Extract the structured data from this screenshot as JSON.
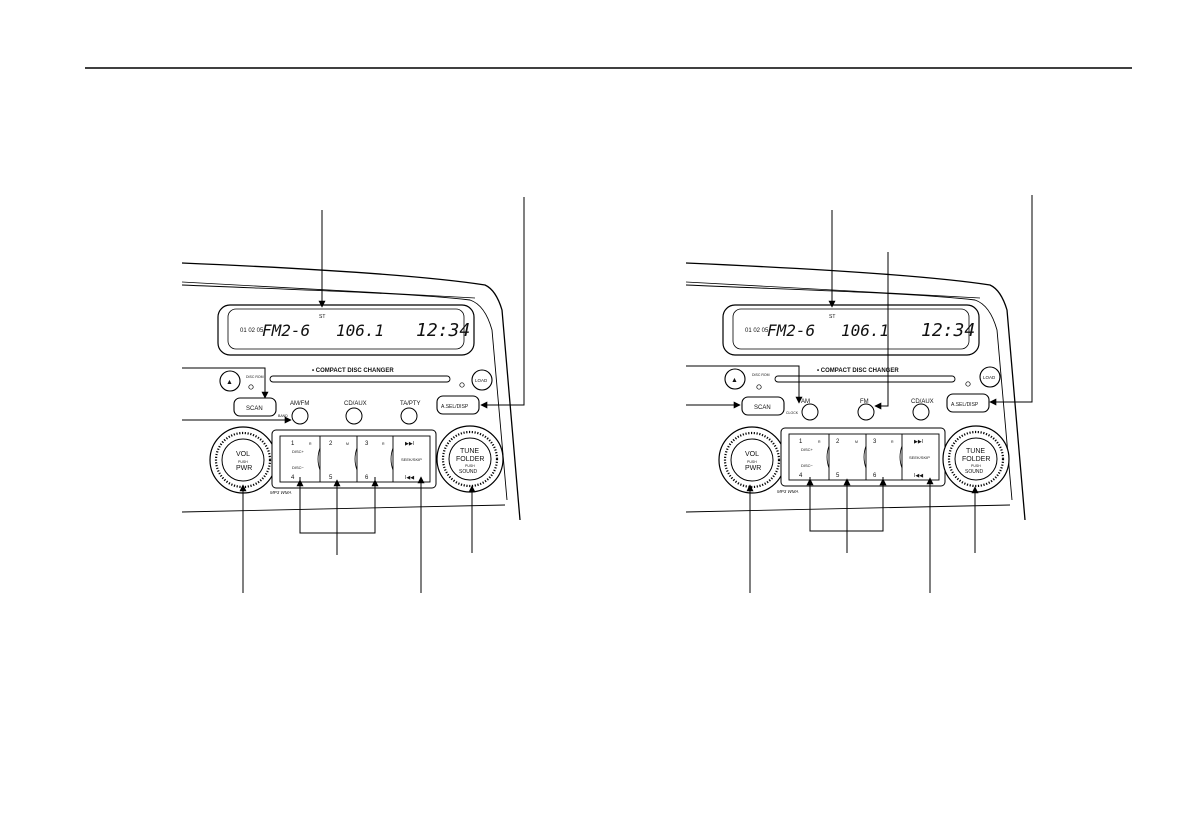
{
  "diagrams": [
    {
      "display": {
        "station": "FM2-6",
        "freq": "106.1",
        "clock": "12:34",
        "stereo": "ST",
        "band_icons": "01 02 05"
      },
      "branding": "• COMPACT DISC CHANGER",
      "disc_buttons": {
        "eject": "▲",
        "load": "LOAD",
        "indicator": "DISC ROM"
      },
      "buttons": {
        "scan": "SCAN",
        "b1": "AM/FM",
        "b1_sub": "BAND",
        "b2": "CD/AUX",
        "b3": "TA/PTY",
        "asel": "A.SEL/DISP"
      },
      "presets": {
        "p1": "1",
        "p2": "2",
        "p3": "3",
        "p4": "4",
        "p5": "5",
        "p6": "6",
        "rpt": "R",
        "mix": "M",
        "rnd": "R",
        "disc_up": "DISC+",
        "disc_down": "DISC−",
        "seek": "SEEK/SKIP",
        "skip_fwd": "▶▶I",
        "skip_back": "I◀◀"
      },
      "knobs": {
        "vol": "VOL",
        "vol_push": "PUSH",
        "vol_pwr": "PWR",
        "tune": "TUNE",
        "tune_folder": "FOLDER",
        "tune_push": "PUSH",
        "tune_sound": "SOUND"
      },
      "format_label": "MP3 WMA"
    },
    {
      "display": {
        "station": "FM2-6",
        "freq": "106.1",
        "clock": "12:34",
        "stereo": "ST",
        "band_icons": "01 02 05"
      },
      "branding": "• COMPACT DISC CHANGER",
      "disc_buttons": {
        "eject": "▲",
        "load": "LOAD",
        "indicator": "DISC ROM"
      },
      "buttons": {
        "scan": "SCAN",
        "b1": "AM",
        "b1_sub": "CLOCK",
        "b2": "FM",
        "b3": "CD/AUX",
        "asel": "A.SEL/DISP"
      },
      "presets": {
        "p1": "1",
        "p2": "2",
        "p3": "3",
        "p4": "4",
        "p5": "5",
        "p6": "6",
        "rpt": "R",
        "mix": "M",
        "rnd": "R",
        "disc_up": "DISC+",
        "disc_down": "DISC−",
        "seek": "SEEK/SKIP",
        "skip_fwd": "▶▶I",
        "skip_back": "I◀◀"
      },
      "knobs": {
        "vol": "VOL",
        "vol_push": "PUSH",
        "vol_pwr": "PWR",
        "tune": "TUNE",
        "tune_folder": "FOLDER",
        "tune_push": "PUSH",
        "tune_sound": "SOUND"
      },
      "format_label": "MP3 WMA"
    }
  ]
}
